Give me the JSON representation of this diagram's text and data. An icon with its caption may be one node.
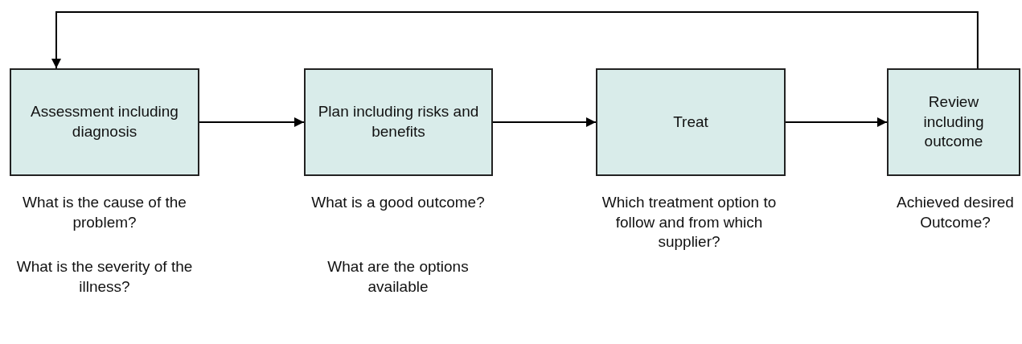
{
  "diagram": {
    "nodes": [
      {
        "text": [
          "Assessment including diagnosis"
        ]
      },
      {
        "text": [
          "Plan including risks and benefits"
        ]
      },
      {
        "text": [
          "Treat"
        ]
      },
      {
        "text": [
          "Review including outcome"
        ]
      }
    ],
    "edges": [
      {
        "from": 0,
        "to": 1,
        "arrow": "to"
      },
      {
        "from": 1,
        "to": 2,
        "arrow": "to"
      },
      {
        "from": 2,
        "to": 3,
        "arrow": "to"
      },
      {
        "from": 3,
        "to": 0,
        "arrow": "to"
      }
    ],
    "labels": [
      "What is the cause of the problem?",
      "What is the severity of the illness?",
      "What is a good outcome?",
      "What are the options available",
      "Which treatment option to follow and from which supplier?",
      "Achieved desired Outcome?"
    ]
  }
}
